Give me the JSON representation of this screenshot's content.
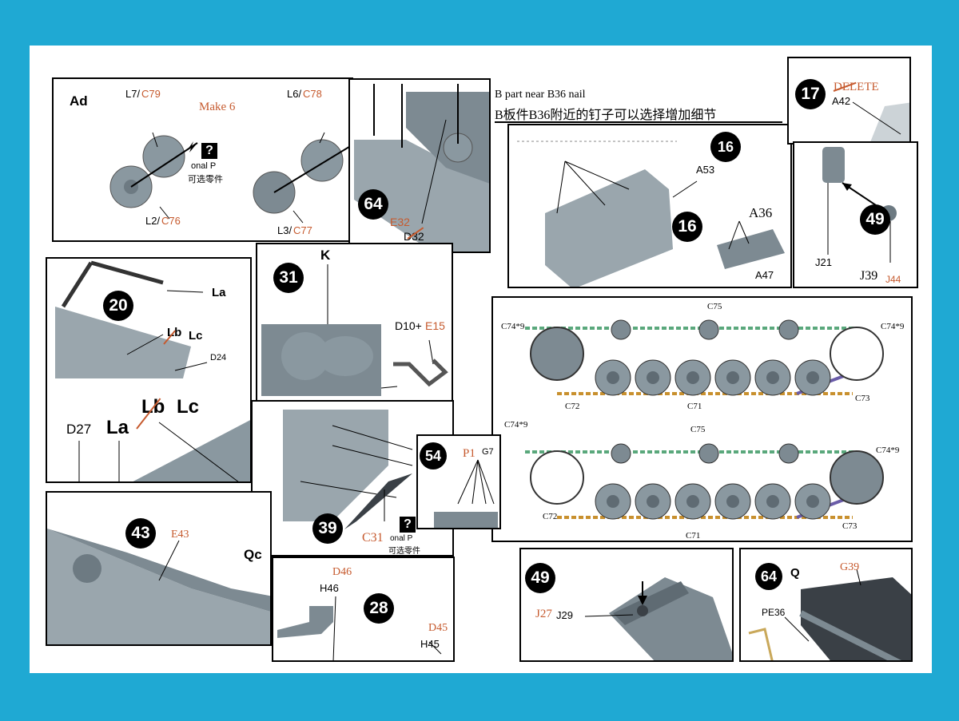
{
  "colors": {
    "background": "#1fa9d3",
    "accent_red": "#c65a2e",
    "part_gray": "#8a98a0",
    "track_green": "#5aa87c",
    "track_purple": "#6a5ca8",
    "track_orange": "#c8902e"
  },
  "panel_ad": {
    "title": "Ad",
    "make_note": "Make 6",
    "l7": "L7/",
    "c79": "C79",
    "l6": "L6/",
    "c78": "C78",
    "l2": "L2/",
    "c76": "C76",
    "l3": "L3/",
    "c77": "C77",
    "optional_en": "onal P",
    "optional_cn": "可选零件",
    "question": "?"
  },
  "panel_64a": {
    "step": "64",
    "e32": "E32",
    "d32": "D32"
  },
  "note": {
    "en": "B part near B36 nail",
    "cn": "B板件B36附近的钉子可以选择增加细节"
  },
  "panel_16": {
    "step_top": "16",
    "step_mid": "16",
    "a53": "A53",
    "a36": "A36",
    "a47": "A47"
  },
  "panel_17_49": {
    "step17": "17",
    "delete": "DELETE",
    "a42": "A42",
    "step49": "49",
    "j21": "J21",
    "j39": "J39",
    "j44": "J44"
  },
  "panel_20": {
    "step": "20",
    "la_top": "La",
    "lb_top": "Lb",
    "lc_top": "Lc",
    "d24": "D24",
    "d27": "D27",
    "la": "La",
    "lb": "Lb",
    "lc": "Lc"
  },
  "panel_31": {
    "step": "31",
    "k": "K",
    "d10": "D10+",
    "e15": "E15"
  },
  "tracks": {
    "c75_top": "C75",
    "c74_tl": "C74*9",
    "c74_tr": "C74*9",
    "c72_top": "C72",
    "c71_top": "C71",
    "c73_top": "C73",
    "c75_bot": "C75",
    "c74_bl": "C74*9",
    "c74_br": "C74*9",
    "c72_bot": "C72",
    "c71_bot": "C71",
    "c73_bot": "C73"
  },
  "panel_39": {
    "step": "39",
    "c31": "C31",
    "optional_en": "onal P",
    "optional_cn": "可选零件",
    "question": "?"
  },
  "panel_54": {
    "step": "54",
    "p1": "P1",
    "g7": "G7"
  },
  "panel_43": {
    "step": "43",
    "e43": "E43",
    "qc": "Qc"
  },
  "panel_28": {
    "step": "28",
    "d46": "D46",
    "h46": "H46",
    "d45": "D45",
    "h45": "H45"
  },
  "panel_49b": {
    "step": "49",
    "j27": "J27",
    "j29": "J29"
  },
  "panel_64b": {
    "step": "64",
    "q": "Q",
    "g39": "G39",
    "pe36": "PE36"
  }
}
